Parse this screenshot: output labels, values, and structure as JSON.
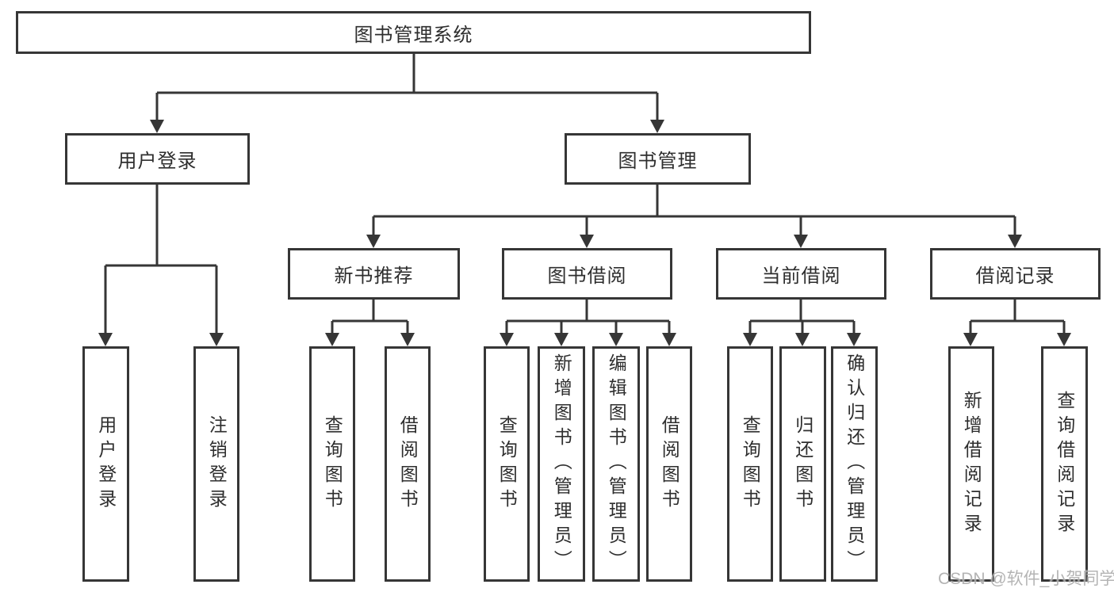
{
  "diagram": {
    "root": {
      "label": "图书管理系统",
      "children": [
        {
          "label": "用户登录",
          "children": [
            {
              "label": "用户登录"
            },
            {
              "label": "注销登录"
            }
          ]
        },
        {
          "label": "图书管理",
          "children": [
            {
              "label": "新书推荐",
              "children": [
                {
                  "label": "查询图书"
                },
                {
                  "label": "借阅图书"
                }
              ]
            },
            {
              "label": "图书借阅",
              "children": [
                {
                  "label": "查询图书"
                },
                {
                  "label": "新增图书（管理员）"
                },
                {
                  "label": "编辑图书（管理员）"
                },
                {
                  "label": "借阅图书"
                }
              ]
            },
            {
              "label": "当前借阅",
              "children": [
                {
                  "label": "查询图书"
                },
                {
                  "label": "归还图书"
                },
                {
                  "label": "确认归还（管理员）"
                }
              ]
            },
            {
              "label": "借阅记录",
              "children": [
                {
                  "label": "新增借阅记录"
                },
                {
                  "label": "查询借阅记录"
                }
              ]
            }
          ]
        }
      ]
    }
  },
  "watermark": "CSDN @软件_小贺同学",
  "colors": {
    "line": "#363636",
    "box_border": "#363636",
    "text": "#2e2e2e",
    "watermark": "#aeaeae",
    "background": "#ffffff"
  }
}
